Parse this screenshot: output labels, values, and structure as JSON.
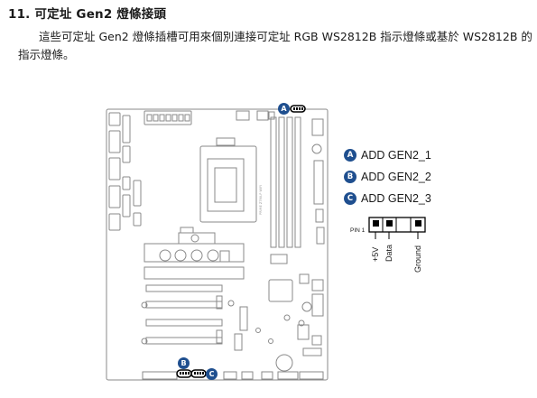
{
  "section": {
    "title": "11. 可定址 Gen2 燈條接頭",
    "description": "這些可定址 Gen2 燈條插槽可用來個別連接可定址 RGB WS2812B 指示燈條或基於 WS2812B 的指示燈條。"
  },
  "legend": [
    {
      "badge": "A",
      "label": "ADD GEN2_1"
    },
    {
      "badge": "B",
      "label": "ADD GEN2_2"
    },
    {
      "badge": "C",
      "label": "ADD GEN2_3"
    }
  ],
  "pinout": {
    "pin1_label": "PIN 1",
    "pins": [
      "+5V",
      "Data",
      "",
      "Ground"
    ]
  },
  "board": {
    "silkscreen": "PRIME Z790-P WIFI"
  },
  "colors": {
    "badge": "#1f4f8f",
    "outline": "#8a8a8a",
    "highlight": "#000000"
  }
}
